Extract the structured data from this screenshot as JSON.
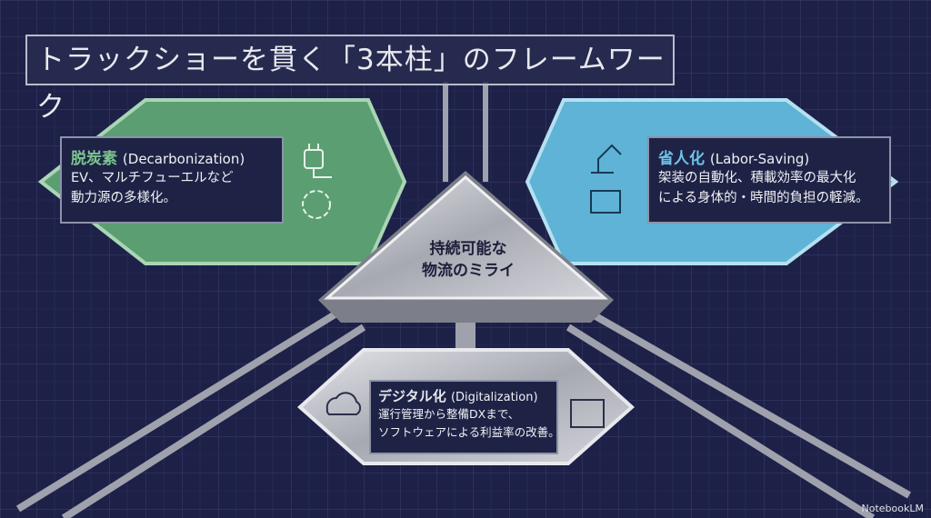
{
  "title": "トラックショーを貫く「3本柱」のフレームワーク",
  "center": {
    "line1": "持続可能な",
    "line2": "物流のミライ"
  },
  "pillars": [
    {
      "title": "脱炭素",
      "title_en": "(Decarbonization)",
      "lines": [
        "EV、マルチフューエルなど",
        "動力源の多様化。"
      ],
      "color": "#5b9e72",
      "icons": [
        "plug-icon",
        "renewable-energy-icon"
      ]
    },
    {
      "title": "省人化",
      "title_en": "(Labor-Saving)",
      "lines": [
        "架装の自動化、積載効率の最大化",
        "による身体的・時間的負担の軽減。"
      ],
      "color": "#5fb3d6",
      "icons": [
        "robot-arm-icon",
        "boxes-pallet-icon"
      ]
    },
    {
      "title": "デジタル化",
      "title_en": "(Digitalization)",
      "lines": [
        "運行管理から整備DXまで、",
        "ソフトウェアによる利益率の改善。"
      ],
      "color": "#b8bac2",
      "icons": [
        "cloud-network-icon",
        "dashboard-icon"
      ]
    }
  ],
  "logo": "NotebookLM"
}
